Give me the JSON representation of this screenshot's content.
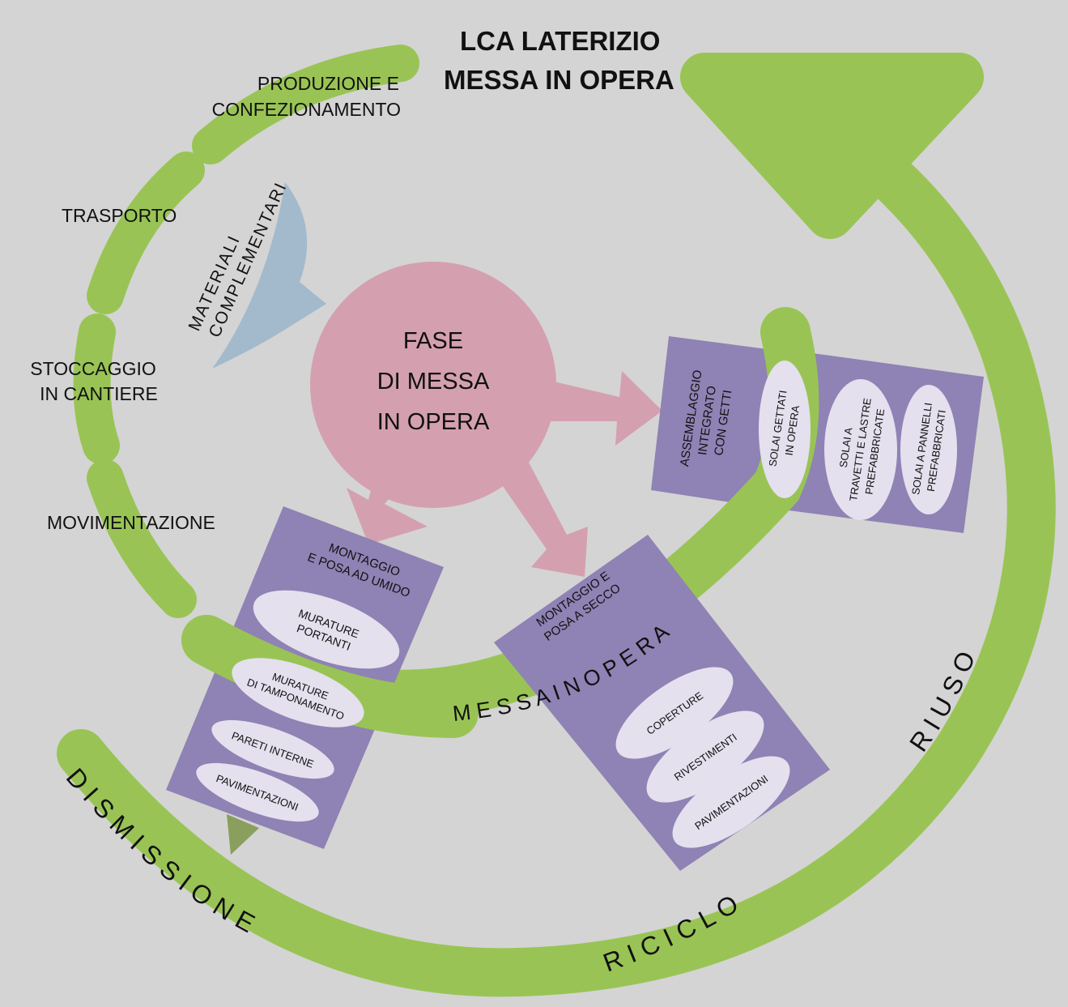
{
  "title": {
    "line1": "LCA  LATERIZIO",
    "line2": "MESSA  IN  OPERA"
  },
  "phases": {
    "produzione": [
      "PRODUZIONE E",
      "CONFEZIONAMENTO"
    ],
    "trasporto": "TRASPORTO",
    "stoccaggio": [
      "STOCCAGGIO",
      "IN CANTIERE"
    ],
    "movimentazione": "MOVIMENTAZIONE"
  },
  "materiali": [
    "MATERIALI",
    "COMPLEMENTARI"
  ],
  "center": [
    "FASE",
    "DI MESSA",
    "IN OPERA"
  ],
  "umido": {
    "title": [
      "MONTAGGIO",
      "E POSA AD UMIDO"
    ],
    "items": [
      [
        "MURATURE",
        "PORTANTI"
      ],
      [
        "MURATURE",
        "DI TAMPONAMENTO"
      ],
      [
        "PARETI INTERNE"
      ],
      [
        "PAVIMENTAZIONI"
      ]
    ]
  },
  "secco": {
    "title": [
      "MONTAGGIO E",
      "POSA A SECCO"
    ],
    "items": [
      "COPERTURE",
      "RIVESTIMENTI",
      "PAVIMENTAZIONI"
    ]
  },
  "getti": {
    "title": [
      "ASSEMBLAGGIO",
      "INTEGRATO",
      "CON GETTI"
    ],
    "items": [
      [
        "SOLAI GETTATI",
        "IN OPERA"
      ],
      [
        "SOLAI A",
        "TRAVETTI E LASTRE",
        "PREFABBRICATE"
      ],
      [
        "SOLAI A PANNELLI",
        "PREFABBRICATI"
      ]
    ]
  },
  "arc_labels": {
    "messa": "M E S S A   I N   O P E R A",
    "dismissione": "D I S M I S S I O N E",
    "riciclo": "R I C I C L O",
    "riuso": "R I U S O"
  },
  "colors": {
    "green": "#99c455",
    "purple": "#8f82b4",
    "pink": "#d4a0b0",
    "blue": "#a3bacd",
    "ellipse": "#e4e0ee",
    "bg": "#d4d4d4"
  }
}
